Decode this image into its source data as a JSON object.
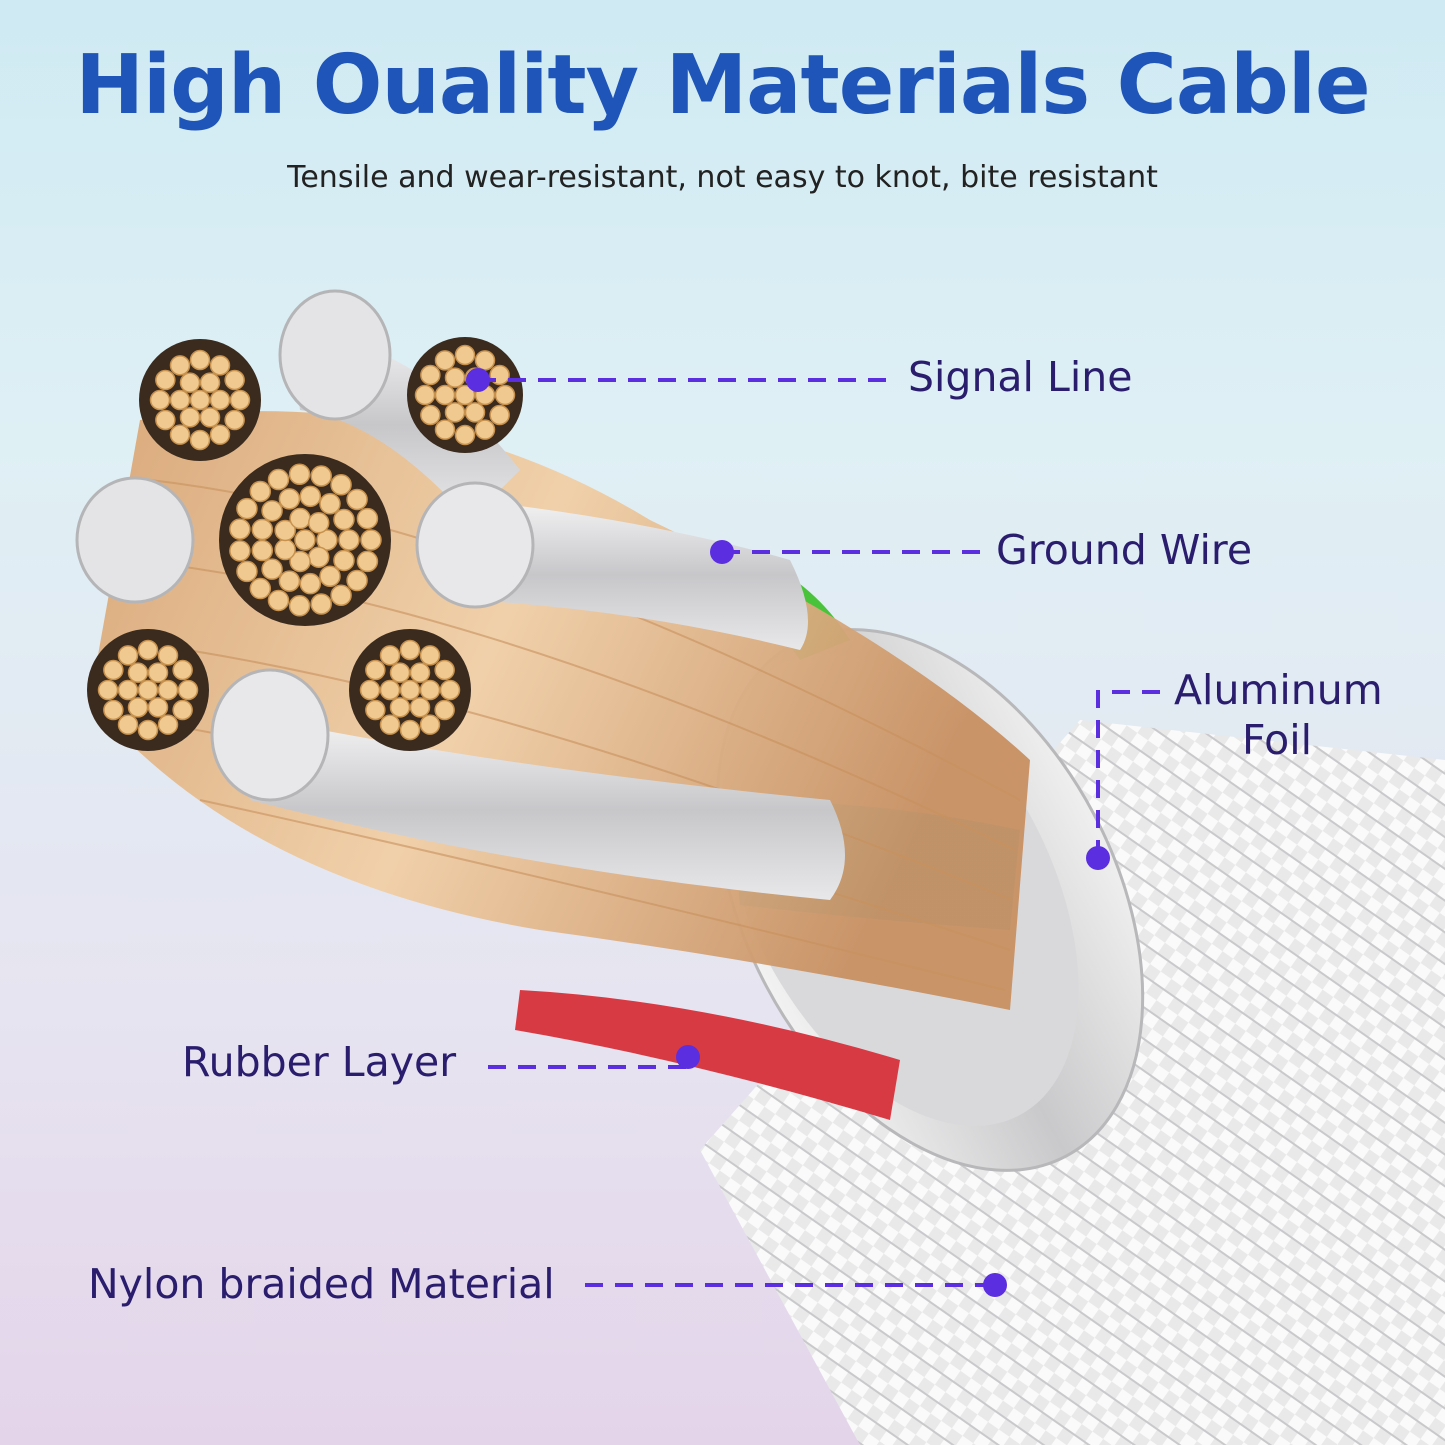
{
  "title": "High Ouality Materials Cable",
  "subtitle": "Tensile and wear-resistant, not easy to knot, bite resistant",
  "labels": {
    "signal_line": "Signal Line",
    "ground_wire": "Ground Wire",
    "aluminum_foil_1": "Aluminum",
    "aluminum_foil_2": "Foil",
    "rubber_layer": "Rubber Layer",
    "nylon_braided": "Nylon braided Material"
  },
  "colors": {
    "title": "#1f55b8",
    "label": "#2a1d6e",
    "leader": "#5b2ee0",
    "copper": "#e8b98a",
    "silver": "#d6d6d8",
    "green": "#49c43a",
    "cyan": "#3cc3d6",
    "red": "#d83a44"
  }
}
